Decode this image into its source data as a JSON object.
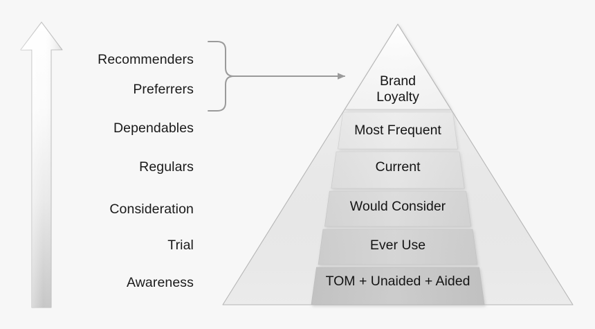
{
  "chart_data": {
    "type": "pyramid",
    "title": "",
    "subtitle": "",
    "orientation": "vertical-apex-up",
    "note": "Brand equity / consumer funnel pyramid. Left column lists consumer stage names, pyramid bands list the corresponding brand metric.",
    "categories": [
      "Recommenders",
      "Preferrers",
      "Dependables",
      "Regulars",
      "Consideration",
      "Trial",
      "Awareness"
    ],
    "values": [
      "Brand Loyalty",
      "Brand Loyalty",
      "Most Frequent",
      "Current",
      "Would Consider",
      "Ever Use",
      "TOM + Unaided + Aided"
    ],
    "bands": [
      {
        "label": "Brand\nLoyalty",
        "level": 1,
        "fill": "#ffffff"
      },
      {
        "label": "Most Frequent",
        "level": 2,
        "fill": "#f4f4f4"
      },
      {
        "label": "Current",
        "level": 3,
        "fill": "#ededed"
      },
      {
        "label": "Would Consider",
        "level": 4,
        "fill": "#e3e3e3"
      },
      {
        "label": "Ever Use",
        "level": 5,
        "fill": "#dadada"
      },
      {
        "label": "TOM + Unaided + Aided",
        "level": 6,
        "fill": "#cdcdcd"
      }
    ],
    "legend": [],
    "axis_labels": [],
    "grid": false
  },
  "diagram": {
    "background_color": "#f7f7f7",
    "stage_label_color": "#1a1a1a",
    "band_text_color": "#141414",
    "connector_color": "#9a9a9a",
    "arrow_outline_color": "#bdbdbd"
  },
  "stages": {
    "items": [
      {
        "id": "recommenders",
        "label": "Recommenders"
      },
      {
        "id": "preferrers",
        "label": "Preferrers"
      },
      {
        "id": "dependables",
        "label": "Dependables"
      },
      {
        "id": "regulars",
        "label": "Regulars"
      },
      {
        "id": "consideration",
        "label": "Consideration"
      },
      {
        "id": "trial",
        "label": "Trial"
      },
      {
        "id": "awareness",
        "label": "Awareness"
      }
    ]
  },
  "pyramid": {
    "bands": [
      {
        "id": "brand-loyalty",
        "label": "Brand\nLoyalty"
      },
      {
        "id": "most-frequent",
        "label": "Most Frequent"
      },
      {
        "id": "current",
        "label": "Current"
      },
      {
        "id": "would-consider",
        "label": "Would Consider"
      },
      {
        "id": "ever-use",
        "label": "Ever Use"
      },
      {
        "id": "tom-unaided-aided",
        "label": "TOM + Unaided + Aided"
      }
    ]
  },
  "icons": {
    "growth_arrow": "up-arrow-icon",
    "brace": "curly-brace-icon",
    "pointer": "arrow-right-icon"
  }
}
